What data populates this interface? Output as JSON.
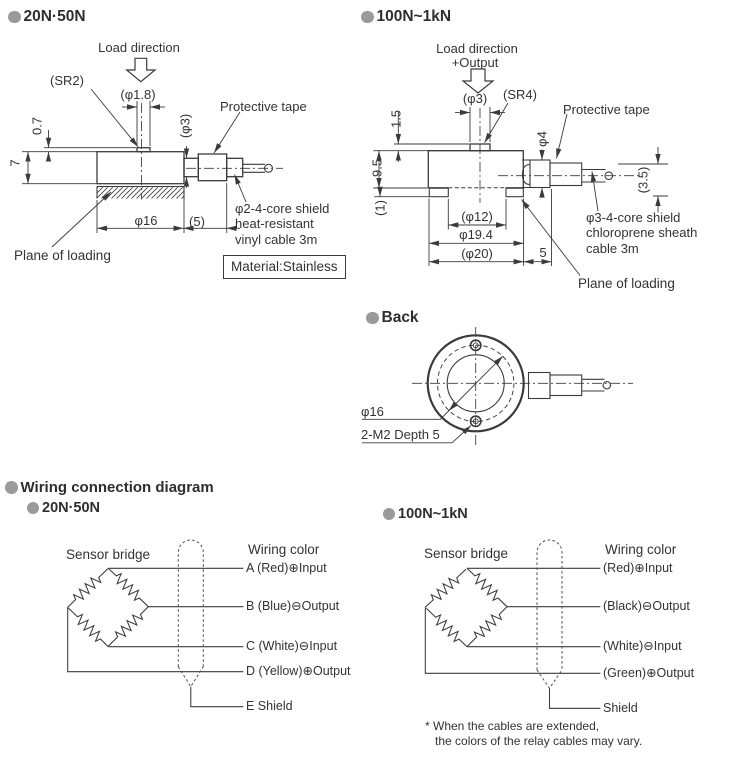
{
  "colors": {
    "line": "#3b3b3b",
    "text": "#333333",
    "bullet": "#9a9a9a"
  },
  "drawing_20n": {
    "title": "20N·50N",
    "load_direction": "Load direction",
    "sr": "(SR2)",
    "tip_dia": "(φ1.8)",
    "protective_tape": "Protective tape",
    "dim_0_7": "0.7",
    "dim_7": "7",
    "dim_phi3": "(φ3)",
    "dim_phi16": "φ16",
    "dim_5": "(5)",
    "cable_line1": "φ2-4-core shield",
    "cable_line2": "heat-resistant",
    "cable_line3": "vinyl cable 3m",
    "plane_of_loading": "Plane of loading",
    "material": "Material:Stainless"
  },
  "drawing_100n": {
    "title": "100N~1kN",
    "load_direction": "Load direction",
    "load_direction2": "+Output",
    "tip_dia": "(φ3)",
    "sr": "(SR4)",
    "protective_tape": "Protective tape",
    "dim_1_5": "1.5",
    "dim_9_5": "9.5",
    "dim_1": "(1)",
    "dim_phi4": "φ4",
    "dim_3_5": "(3.5)",
    "dim_phi12": "(φ12)",
    "dim_phi19_4": "φ19.4",
    "dim_phi20": "(φ20)",
    "dim_5": "5",
    "cable_line1": "φ3-4-core shield",
    "cable_line2": "chloroprene sheath",
    "cable_line3": "cable 3m",
    "plane_of_loading": "Plane of loading"
  },
  "back_view": {
    "title": "Back",
    "dim_phi16": "φ16",
    "dim_m2": "2-M2 Depth 5"
  },
  "wiring": {
    "title": "Wiring connection diagram",
    "left": {
      "title": "20N·50N",
      "sensor_bridge": "Sensor bridge",
      "wiring_color": "Wiring color",
      "lines": [
        "A (Red)⊕Input",
        "B (Blue)⊖Output",
        "C (White)⊖Input",
        "D (Yellow)⊕Output",
        "E Shield"
      ]
    },
    "right": {
      "title": "100N~1kN",
      "sensor_bridge": "Sensor bridge",
      "wiring_color": "Wiring color",
      "lines": [
        "(Red)⊕Input",
        "(Black)⊖Output",
        "(White)⊖Input",
        "(Green)⊕Output",
        "Shield"
      ],
      "note1": "* When the cables are extended,",
      "note2": "the colors of the relay cables may vary."
    }
  }
}
